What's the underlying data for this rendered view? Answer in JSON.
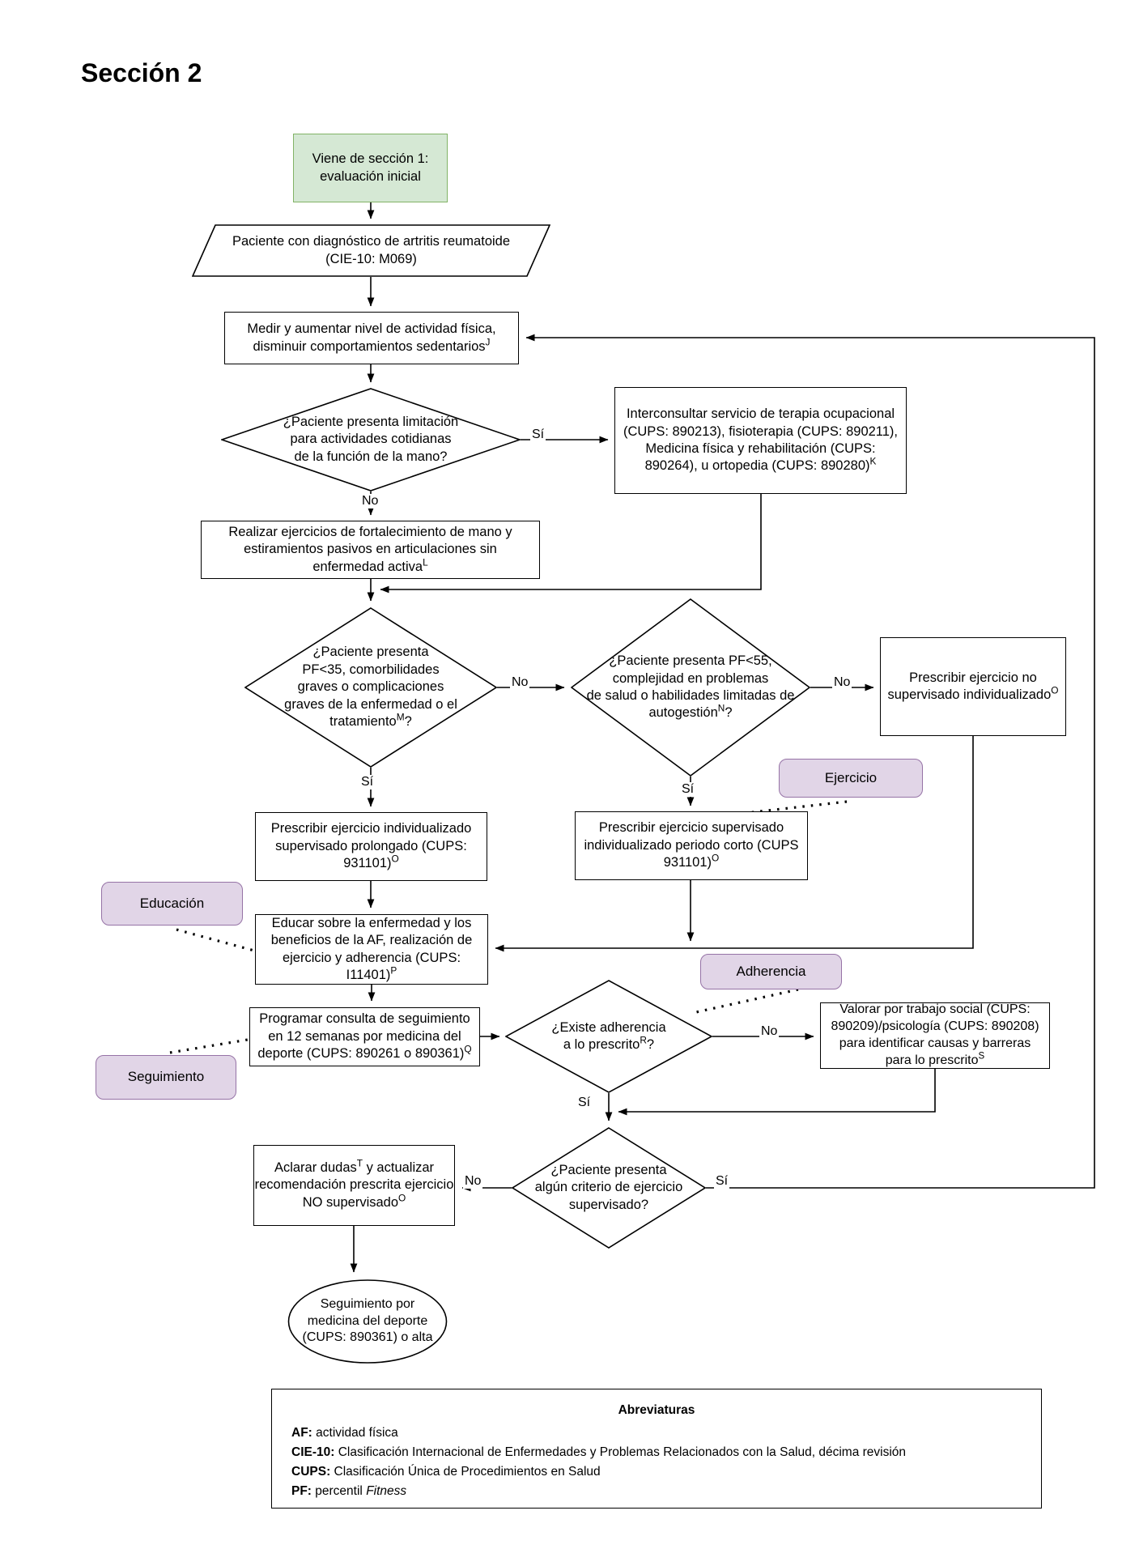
{
  "page": {
    "title": "Sección 2"
  },
  "colors": {
    "start_fill": "#d5e8d4",
    "start_border": "#82b366",
    "tag_fill": "#e1d5e7",
    "tag_border": "#9673a6",
    "line": "#000000",
    "node_fill": "#ffffff"
  },
  "nodes": {
    "start": {
      "text": "Viene de sección 1:\nevaluación inicial"
    },
    "patient": {
      "text": "Paciente con diagnóstico de artritis reumatoide\n(CIE-10: M069)"
    },
    "medir": {
      "text": "Medir y aumentar nivel de actividad física,\ndisminuir comportamientos sedentarios^{J}"
    },
    "d_mano": {
      "text": "¿Paciente presenta limitación\npara actividades cotidianas\nde la función de la mano?"
    },
    "interconsultar": {
      "text": "Interconsultar servicio de terapia ocupacional\n(CUPS: 890213), fisioterapia (CUPS: 890211),\nMedicina física y rehabilitación (CUPS:\n890264), u ortopedia (CUPS: 890280)^{K}"
    },
    "realizar": {
      "text": "Realizar ejercicios de fortalecimiento de mano y\nestiramientos pasivos en articulaciones sin\nenfermedad activa^{L}"
    },
    "d_pf35": {
      "text": "¿Paciente presenta\nPF<35,  comorbilidades\ngraves o complicaciones\ngraves de la enfermedad o el\ntratamiento^{M}?"
    },
    "d_pf55": {
      "text": "¿Paciente presenta PF<55,\ncomplejidad en problemas\nde salud o habilidades limitadas de\nautogestión^{N}?"
    },
    "no_supervisado": {
      "text": "Prescribir ejercicio no\nsupervisado individualizado^{O}"
    },
    "prolongado": {
      "text": "Prescribir ejercicio individualizado\nsupervisado prolongado (CUPS:\n931101)^{O}"
    },
    "corto": {
      "text": "Prescribir ejercicio supervisado\nindividualizado periodo corto (CUPS\n931101)^{O}"
    },
    "educar": {
      "text": "Educar sobre la enfermedad y los\nbeneficios de la AF, realización de\nejercicio y adherencia (CUPS:\nI11401)^{P}"
    },
    "programar": {
      "text": "Programar consulta de seguimiento\nen 12 semanas por medicina del\ndeporte (CUPS: 890261 o 890361)^{Q}"
    },
    "d_adherencia": {
      "text": "¿Existe adherencia\na lo prescrito^{R}?"
    },
    "valorar": {
      "text": "Valorar por trabajo social (CUPS:\n890209)/psicología (CUPS: 890208)\npara identificar causas y barreras\npara lo prescrito^{S}"
    },
    "d_criterio": {
      "text": "¿Paciente presenta\nalgún criterio de ejercicio\nsupervisado?"
    },
    "aclarar": {
      "text": "Aclarar dudas^{T} y actualizar\nrecomendación prescrita ejercicio\nNO supervisado^{O}"
    },
    "end": {
      "text": "Seguimiento por\nmedicina del deporte\n(CUPS: 890361) o alta"
    }
  },
  "tags": {
    "ejercicio": "Ejercicio",
    "educacion": "Educación",
    "seguimiento": "Seguimiento",
    "adherencia": "Adherencia"
  },
  "edge_labels": {
    "si": "Sí",
    "no": "No"
  },
  "abbreviations": {
    "title": "Abreviaturas",
    "items": [
      {
        "term": "AF:",
        "def": "actividad física"
      },
      {
        "term": "CIE-10:",
        "def": "Clasificación Internacional de Enfermedades y Problemas Relacionados con la Salud, décima revisión"
      },
      {
        "term": "CUPS:",
        "def": "Clasificación Única de Procedimientos en Salud"
      },
      {
        "term": "PF:",
        "def": "percentil *Fitness*"
      }
    ]
  }
}
